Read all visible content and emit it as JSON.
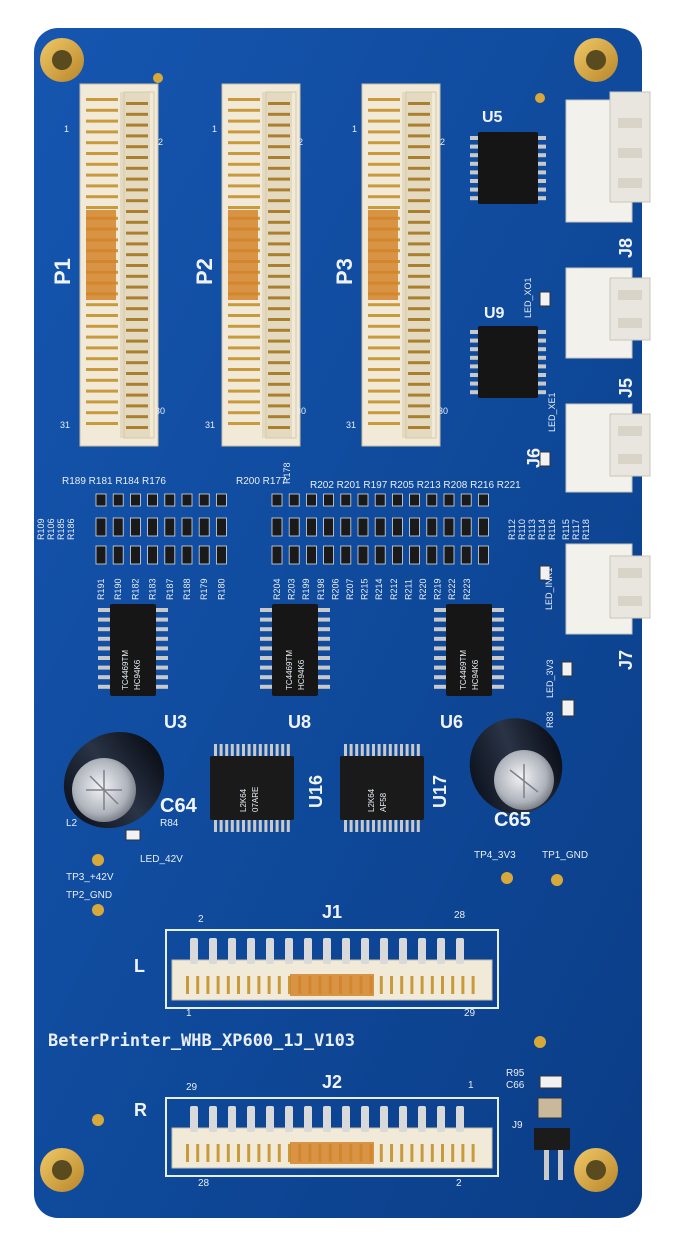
{
  "board": {
    "model_text": "BeterPrinter_WHB_XP600_1J_V103",
    "colors": {
      "pcb": "#0f4a9c",
      "pcb_dark": "#0b3a80",
      "silkscreen": "#e8eef6",
      "gold": "#d8a93a",
      "connector": "#f2ead8"
    }
  },
  "connectors": {
    "p1": {
      "label": "P1",
      "pin_top_left": "1",
      "pin_top_right": "2",
      "pin_bottom_left": "31",
      "pin_bottom_right": "30"
    },
    "p2": {
      "label": "P2",
      "pin_top_left": "1",
      "pin_top_right": "2",
      "pin_bottom_left": "31",
      "pin_bottom_right": "30"
    },
    "p3": {
      "label": "P3",
      "pin_top_left": "1",
      "pin_top_right": "2",
      "pin_bottom_left": "31",
      "pin_bottom_right": "30"
    },
    "j1": {
      "label": "J1",
      "side": "L",
      "pin_top_left": "2",
      "pin_top_right": "28",
      "pin_bottom_left": "1",
      "pin_bottom_right": "29"
    },
    "j2": {
      "label": "J2",
      "side": "R",
      "pin_top_left": "29",
      "pin_top_right": "1",
      "pin_bottom_left": "28",
      "pin_bottom_right": "2"
    },
    "j5": "J5",
    "j6": "J6",
    "j7": "J7",
    "j8": "J8",
    "j9": "J9"
  },
  "chips": {
    "u5": "U5",
    "u9": "U9",
    "u3": "U3",
    "u8": "U8",
    "u6": "U6",
    "u16": "U16",
    "u17": "U17",
    "u3_marking": [
      "TC4469TM",
      "HC94K6"
    ],
    "u8_marking": [
      "TC4469TM",
      "HC94K6"
    ],
    "u6_marking": [
      "TC4469TM",
      "HC94K6"
    ],
    "u16_marking": [
      "L2K64",
      "07ARE"
    ],
    "u17_marking": [
      "L2K64",
      "AF58"
    ]
  },
  "leds": {
    "xo1": "LED_XO1",
    "xe1": "LED_XE1",
    "ink1": "LED_INK1",
    "v3v3": "LED_3V3",
    "v42": "LED_42V"
  },
  "testpoints": {
    "tp1": "TP1_GND",
    "tp2": "TP2_GND",
    "tp3": "TP3_+42V",
    "tp4": "TP4_3V3"
  },
  "caps": {
    "c64": "C64",
    "c65": "C65",
    "c66": "C66",
    "l2": "L2"
  },
  "resistors": {
    "top_left": "R189 R181 R184 R176",
    "top_mid": "R200 R177",
    "top_mid2": "R178",
    "top_right": "R202 R201 R197 R205 R213 R208 R216 R221",
    "side_left": [
      "R109",
      "R106",
      "R185",
      "R186"
    ],
    "side_right": [
      "R112",
      "R110",
      "R113",
      "R114",
      "R116"
    ],
    "side_right2": [
      "R115",
      "R117",
      "R118"
    ],
    "bottom_left": [
      "R191",
      "R190",
      "R182",
      "R183",
      "R187",
      "R188",
      "R179",
      "R180"
    ],
    "bottom_mid": [
      "R204",
      "R203",
      "R199",
      "R198",
      "R206",
      "R207",
      "R215",
      "R214",
      "R212",
      "R211",
      "R220",
      "R219",
      "R222",
      "R223"
    ],
    "r83": "R83",
    "r84": "R84",
    "r95": "R95"
  }
}
